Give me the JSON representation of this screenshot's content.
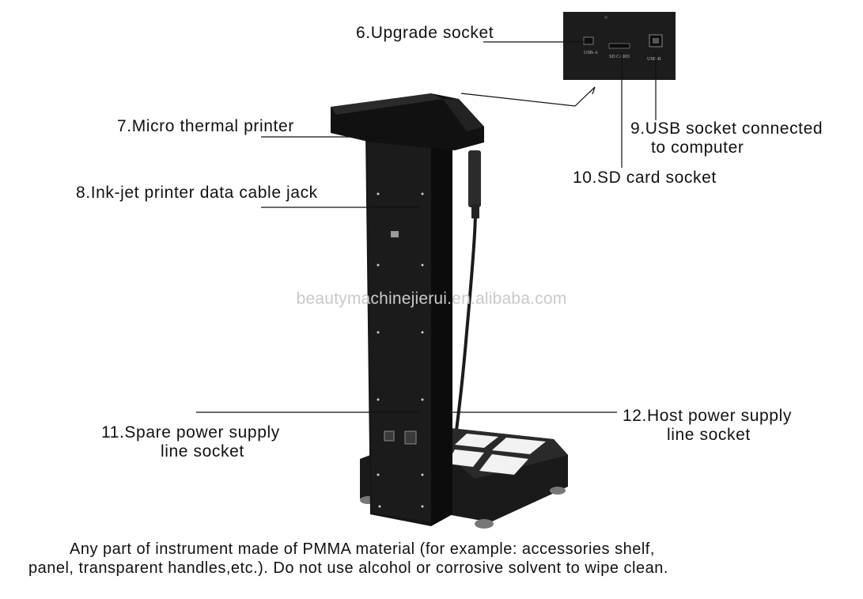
{
  "callouts": {
    "upgrade_socket": "6.Upgrade socket",
    "micro_printer": "7.Micro thermal printer",
    "inkjet_jack": "8.Ink-jet printer data cable jack",
    "usb_computer_line1": "9.USB socket connected",
    "usb_computer_line2": "to computer",
    "sd_card": "10.SD card socket",
    "spare_power_line1": "11.Spare power supply",
    "spare_power_line2": "line socket",
    "host_power_line1": "12.Host power supply",
    "host_power_line2": "line socket"
  },
  "inset_panel": {
    "usb_a": "USB-A",
    "sd_card": "SD CARD",
    "usb_b": "USB-B"
  },
  "watermark": "beautymachinejierui.en.alibaba.com",
  "note": {
    "line1": "Any part of instrument made of PMMA material (for example: accessories shelf,",
    "line2": "panel, transparent handles,etc.). Do not  use alcohol or corrosive solvent to wipe clean."
  }
}
